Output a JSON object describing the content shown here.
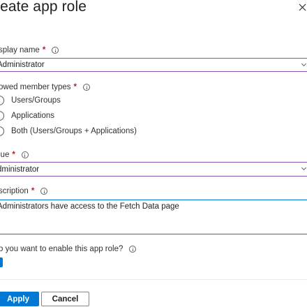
{
  "header": {
    "title": "reate app role"
  },
  "display_name": {
    "label": "splay name",
    "required": "*",
    "value": "Administrator"
  },
  "member_types": {
    "label": "owed member types",
    "required": "*",
    "options": [
      {
        "label": "Users/Groups"
      },
      {
        "label": "Applications"
      },
      {
        "label": "Both (Users/Groups + Applications)"
      }
    ]
  },
  "value_field": {
    "label": "lue",
    "required": "*",
    "value": "dministrator"
  },
  "description": {
    "label": "scription",
    "required": "*",
    "value": "Administrators have access to the Fetch Data page"
  },
  "enable": {
    "label": "o you want to enable this app role?"
  },
  "footer": {
    "apply_label": "Apply",
    "cancel_label": "Cancel"
  },
  "colors": {
    "accent": "#0078d4",
    "required": "#a4262c",
    "field_border": "#8a54a8"
  }
}
